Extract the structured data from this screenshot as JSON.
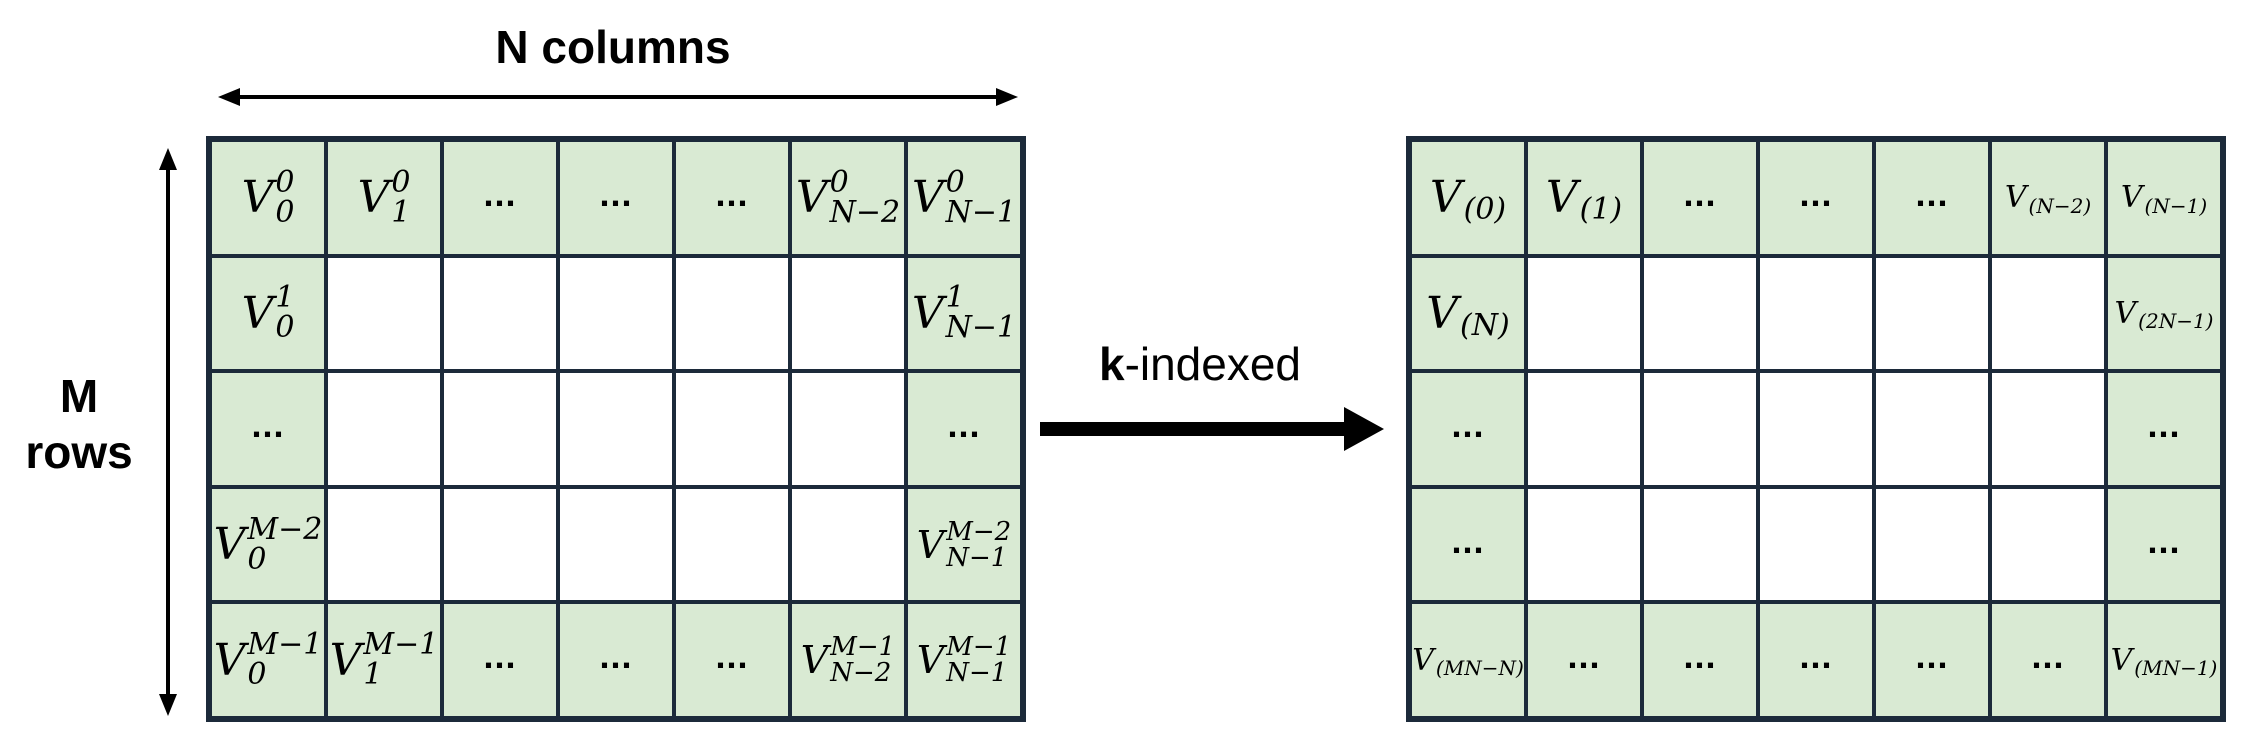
{
  "columns_label": "N columns",
  "rows_label": [
    "M",
    "rows"
  ],
  "arrow_label": {
    "bold": "k",
    "rest": "-indexed"
  },
  "left_grid": {
    "rows": [
      [
        [
          "V",
          "0",
          "0"
        ],
        [
          "V",
          "0",
          "1"
        ],
        "...",
        "...",
        "...",
        [
          "V",
          "0",
          "N−2"
        ],
        [
          "V",
          "0",
          "N−1"
        ]
      ],
      [
        [
          "V",
          "1",
          "0"
        ],
        "",
        "",
        "",
        "",
        "",
        [
          "V",
          "1",
          "N−1"
        ]
      ],
      [
        "...",
        "",
        "",
        "",
        "",
        "",
        "..."
      ],
      [
        [
          "V",
          "M−2",
          "0"
        ],
        "",
        "",
        "",
        "",
        "",
        [
          "V",
          "M−2",
          "N−1"
        ]
      ],
      [
        [
          "V",
          "M−1",
          "0"
        ],
        [
          "V",
          "M−1",
          "1"
        ],
        "...",
        "...",
        "...",
        [
          "V",
          "M−1",
          "N−2"
        ],
        [
          "V",
          "M−1",
          "N−1"
        ]
      ]
    ]
  },
  "right_grid": {
    "rows": [
      [
        [
          "V",
          "(0)"
        ],
        [
          "V",
          "(1)"
        ],
        "...",
        "...",
        "...",
        [
          "V",
          "(N−2)"
        ],
        [
          "V",
          "(N−1)"
        ]
      ],
      [
        [
          "V",
          "(N)"
        ],
        "",
        "",
        "",
        "",
        "",
        [
          "V",
          "(2N−1)"
        ]
      ],
      [
        "...",
        "",
        "",
        "",
        "",
        "",
        "..."
      ],
      [
        "...",
        "",
        "",
        "",
        "",
        "",
        "..."
      ],
      [
        [
          "V",
          "(MN−N)"
        ],
        "...",
        "...",
        "...",
        "...",
        "...",
        [
          "V",
          "(MN−1)"
        ]
      ]
    ]
  },
  "colors": {
    "cell_fill": "#d9ead3",
    "border": "#1c2a3a",
    "arrow": "#000000"
  }
}
